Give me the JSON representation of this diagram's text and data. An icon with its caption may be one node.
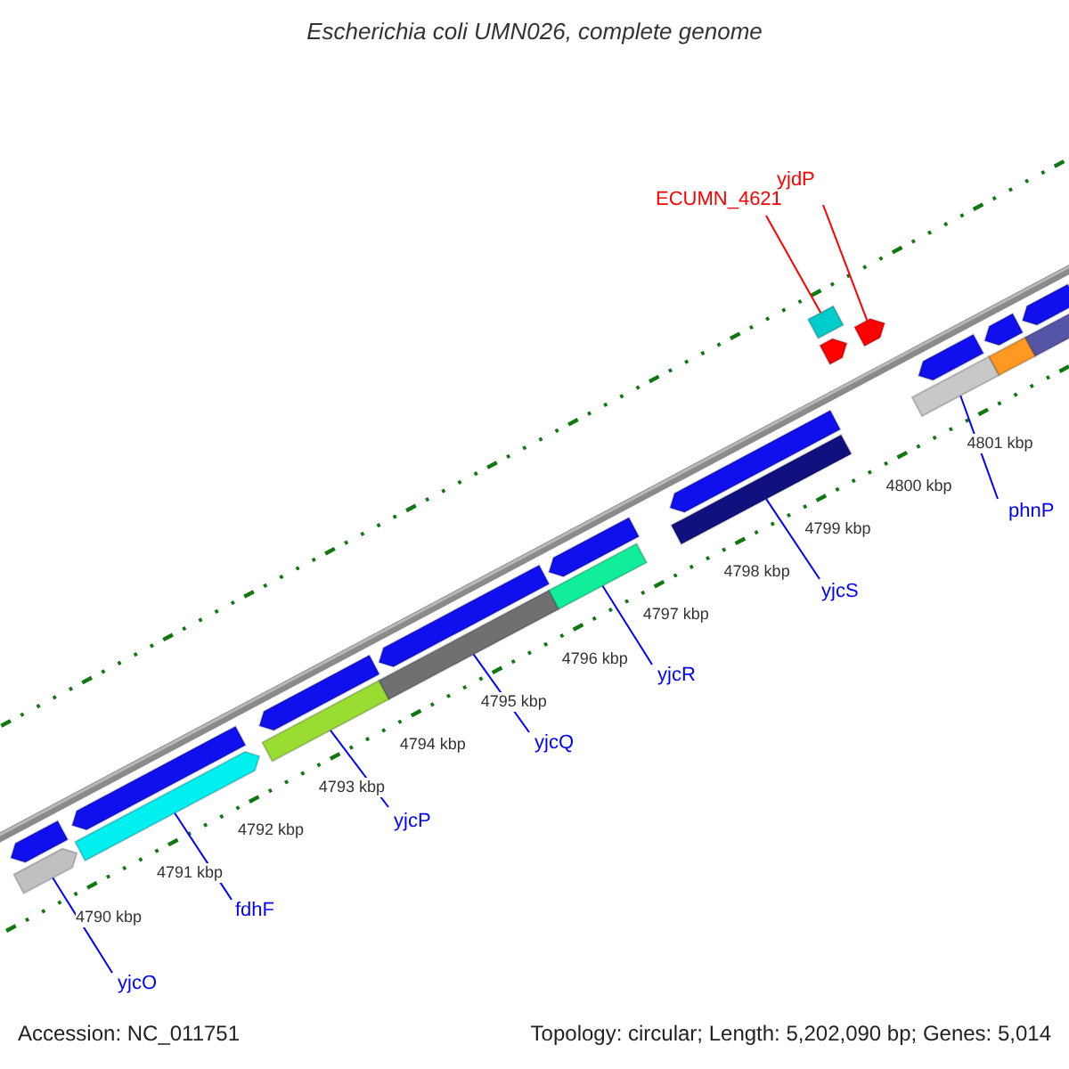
{
  "diagram": {
    "title": "Escherichia coli UMN026, complete genome",
    "nodes": [
      {
        "text": [
          "ECUMN_4621"
        ]
      },
      {
        "text": [
          "yjdP"
        ]
      },
      {
        "text": [
          "phnP"
        ]
      },
      {
        "text": [
          "yjcS"
        ]
      },
      {
        "text": [
          "yjcR"
        ]
      },
      {
        "text": [
          "yjcQ"
        ]
      },
      {
        "text": [
          "yjcP"
        ]
      },
      {
        "text": [
          "fdhF"
        ]
      },
      {
        "text": [
          "yjcO"
        ]
      },
      {
        "text": [],
        "shape": "box"
      },
      {
        "text": [],
        "shape": "bar"
      },
      {
        "text": [],
        "shape": "bar"
      },
      {
        "text": [],
        "shape": "bar"
      },
      {
        "text": [],
        "shape": "bar"
      },
      {
        "text": [],
        "shape": "bar"
      },
      {
        "text": [],
        "shape": "bar"
      },
      {
        "text": [],
        "shape": "bar"
      },
      {
        "text": [],
        "shape": "bar"
      },
      {
        "text": [],
        "shape": "bar"
      },
      {
        "text": [],
        "shape": "bar"
      },
      {
        "text": [],
        "shape": "bar"
      },
      {
        "text": [],
        "shape": "bar"
      },
      {
        "text": [],
        "shape": "bar"
      },
      {
        "text": [],
        "shape": "bar"
      },
      {
        "text": [],
        "shape": "bar"
      },
      {
        "text": [],
        "shape": "bar"
      },
      {
        "text": [],
        "shape": "bar"
      },
      {
        "text": [],
        "shape": "bar"
      },
      {
        "text": [],
        "shape": "bar"
      },
      {
        "text": [],
        "shape": "bar"
      }
    ],
    "edges": [
      {
        "from": 0,
        "to": 9,
        "arrow": "none",
        "color": "#ff0000"
      },
      {
        "from": 1,
        "to": 10,
        "arrow": "none",
        "color": "#ff0000"
      },
      {
        "from": 2,
        "to": 11,
        "arrow": "none"
      },
      {
        "from": 3,
        "to": 12,
        "arrow": "none"
      },
      {
        "from": 4,
        "to": 13,
        "arrow": "none"
      },
      {
        "from": 5,
        "to": 14,
        "arrow": "none"
      },
      {
        "from": 6,
        "to": 15,
        "arrow": "none"
      },
      {
        "from": 7,
        "to": 16,
        "arrow": "none"
      },
      {
        "from": 8,
        "to": 17,
        "arrow": "none"
      }
    ],
    "labels": [
      "4790 kbp",
      "4791 kbp",
      "4792 kbp",
      "4793 kbp",
      "4794 kbp",
      "4795 kbp",
      "4796 kbp",
      "4797 kbp",
      "4798 kbp",
      "4799 kbp",
      "4800 kbp",
      "4801 kbp",
      "Accession: NC_011751",
      "Topology: circular; Length: 5,202,090 bp; Genes: 5,014"
    ]
  }
}
